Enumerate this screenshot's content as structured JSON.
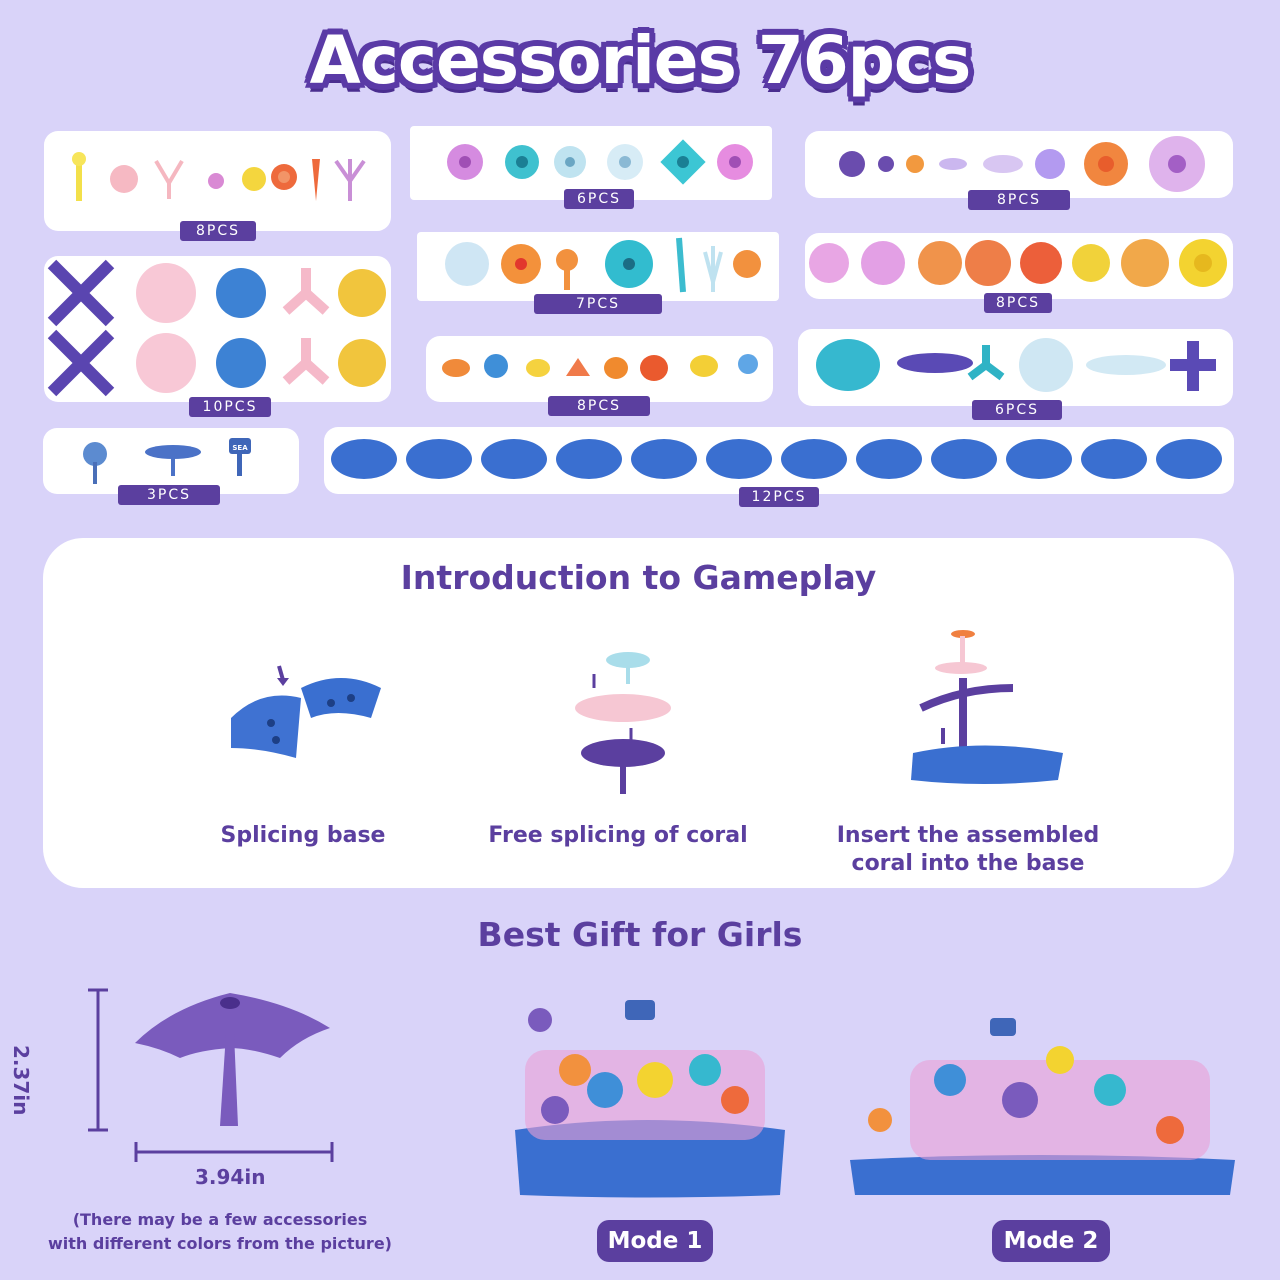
{
  "header": {
    "title": "Accessories 76pcs"
  },
  "accessory_groups": [
    {
      "label": "8PCS"
    },
    {
      "label": "6PCS"
    },
    {
      "label": "8PCS"
    },
    {
      "label": "10PCS"
    },
    {
      "label": "7PCS"
    },
    {
      "label": "8PCS"
    },
    {
      "label": "8PCS"
    },
    {
      "label": "6PCS"
    },
    {
      "label": "3PCS"
    },
    {
      "label": "12PCS"
    }
  ],
  "sign_text": "SEA",
  "gameplay": {
    "title": "Introduction to Gameplay",
    "steps": [
      {
        "caption": "Splicing base"
      },
      {
        "caption": "Free splicing of coral"
      },
      {
        "caption_line1": "Insert the assembled",
        "caption_line2": "coral into the base"
      }
    ]
  },
  "gift": {
    "title": "Best Gift for Girls",
    "height": "2.37in",
    "width": "3.94in",
    "note_line1": "(There may be a few accessories",
    "note_line2": "with different colors from the picture)",
    "modes": [
      "Mode 1",
      "Mode 2"
    ]
  },
  "colors": {
    "brand_purple": "#5b3f9f",
    "background": "#d9d3f9",
    "base_blue": "#3a6fd0"
  }
}
